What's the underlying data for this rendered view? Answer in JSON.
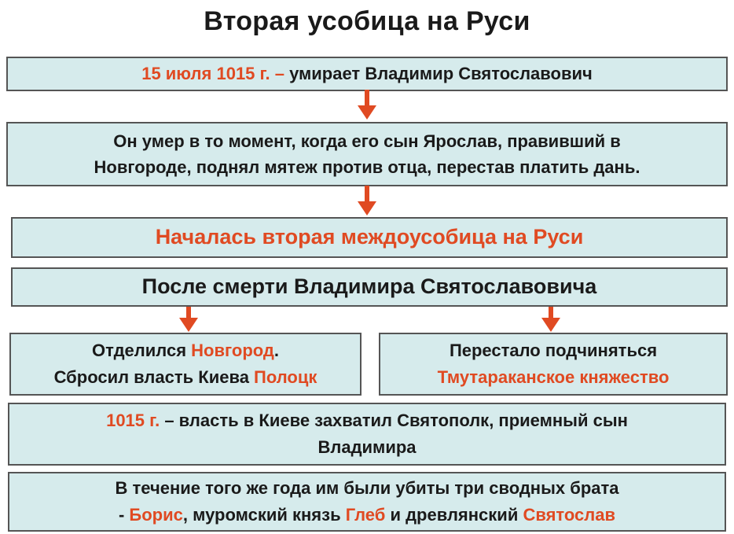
{
  "title": "Вторая усобица на Руси",
  "box1": {
    "date": "15 июля 1015 г. –",
    "text": " умирает Владимир Святославович"
  },
  "box2": {
    "line1": "Он умер в то момент, когда его сын Ярослав, правивший в",
    "line2": "Новгороде, поднял мятеж против отца, перестав платить дань."
  },
  "box3": {
    "text": "Началась вторая междоусобица на Руси"
  },
  "box4": {
    "text": "После смерти Владимира Святославовича"
  },
  "box5": {
    "l1_pre": "Отделился ",
    "l1_hl": "Новгород",
    "l1_post": ".",
    "l2_pre": "Сбросил власть Киева ",
    "l2_hl": "Полоцк"
  },
  "box6": {
    "line1": "Перестало подчиняться",
    "line2": "Тмутараканское княжество"
  },
  "box7": {
    "date": "1015 г.",
    "text": " – власть в Киеве захватил Святополк, приемный сын",
    "line2": "Владимира"
  },
  "box8": {
    "line1": "В течение того же года им были убиты три сводных брата",
    "l2_a": "- ",
    "l2_b": "Борис",
    "l2_c": ", муромский князь ",
    "l2_d": "Глеб",
    "l2_e": " и древлянский ",
    "l2_f": "Святослав"
  },
  "colors": {
    "box_fill": "#d6ebec",
    "accent_red": "#e04a22",
    "border": "#555555"
  }
}
